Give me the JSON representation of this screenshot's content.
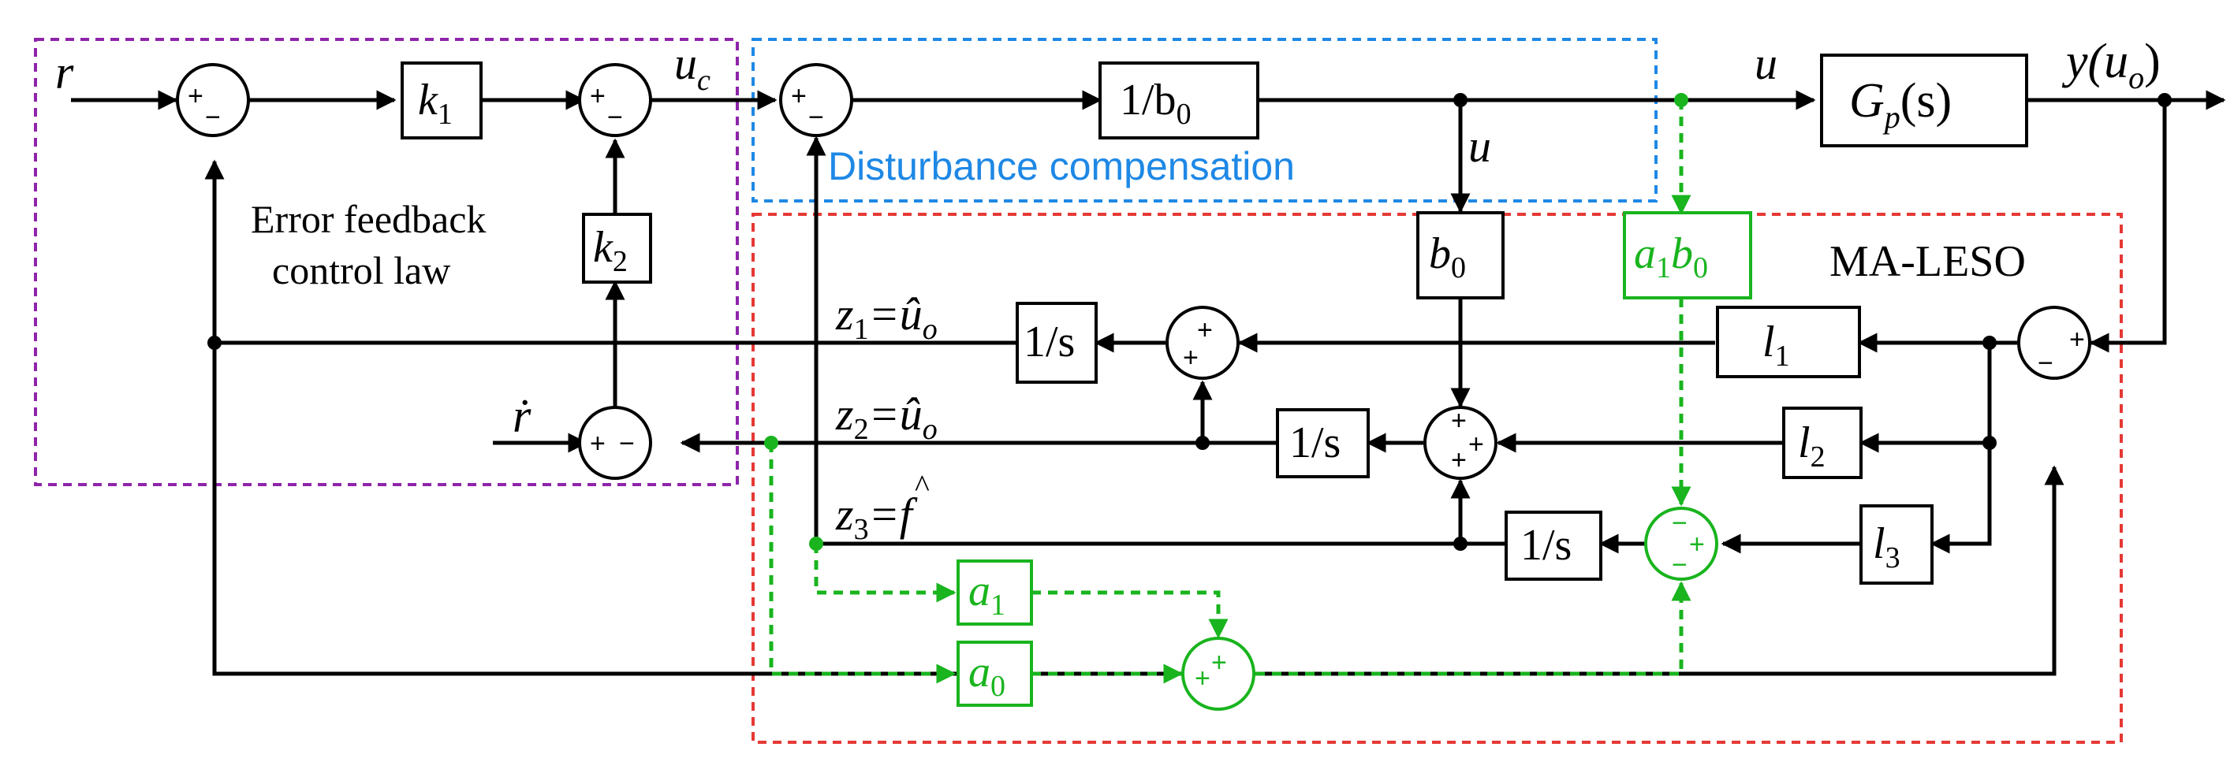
{
  "colors": {
    "signal": "#000000",
    "reference": "#ff0000",
    "ma_path": "#19b41e",
    "error_feedback_region": "#8e24aa",
    "disturbance_region": "#1e88e5",
    "leso_region": "#e53935"
  },
  "regions": {
    "error_feedback": "Error feedback",
    "error_feedback_line2": "control law",
    "disturbance": "Disturbance compensation",
    "leso": "MA-LESO"
  },
  "signals": {
    "r": "r",
    "r_dot": "ṙ",
    "u_c": "u",
    "u_c_sub": "c",
    "u_top": "u",
    "u_mid": "u",
    "y": "y(u",
    "y_sub": "o",
    "y_close": ")",
    "z1": "z",
    "z1_sub": "1",
    "z1_eq": "=û",
    "z1_eq_sub": "o",
    "z2": "z",
    "z2_sub": "2",
    "z2_eq": "=û",
    "z2_eq_sub": "o",
    "z3": "z",
    "z3_sub": "3",
    "z3_eq": "=f",
    "z3_hat": "^"
  },
  "blocks": {
    "k1": "k",
    "k1_sub": "1",
    "k2": "k",
    "k2_sub": "2",
    "inv_b0": "1/b",
    "inv_b0_sub": "0",
    "plant": "G",
    "plant_sub": "p",
    "plant_arg": "(s)",
    "b0": "b",
    "b0_sub": "0",
    "a1b0_a": "a",
    "a1b0_a_sub": "1",
    "a1b0_b": "b",
    "a1b0_b_sub": "0",
    "integ1": "1/s",
    "integ2": "1/s",
    "integ3": "1/s",
    "l1": "l",
    "l1_sub": "1",
    "l2": "l",
    "l2_sub": "2",
    "l3": "l",
    "l3_sub": "3",
    "a1": "a",
    "a1_sub": "1",
    "a0": "a",
    "a0_sub": "0"
  },
  "signs": {
    "plus": "+",
    "minus": "−"
  }
}
